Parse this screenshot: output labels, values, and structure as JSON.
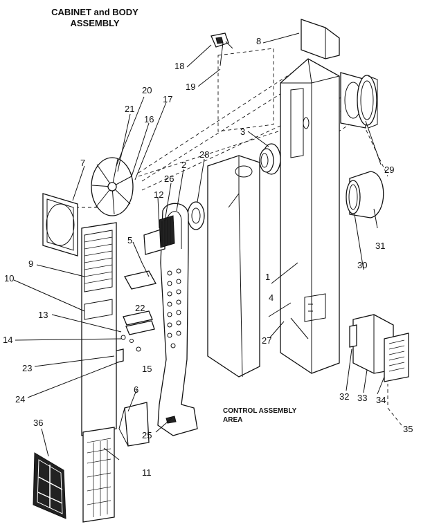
{
  "title": {
    "line1": "CABINET and BODY",
    "line2": "ASSEMBLY"
  },
  "area_label": {
    "line1": "CONTROL ASSEMBLY",
    "line2": "AREA"
  },
  "part_numbers": [
    "1",
    "2",
    "3",
    "4",
    "5",
    "6",
    "7",
    "8",
    "9",
    "10",
    "11",
    "12",
    "13",
    "14",
    "15",
    "16",
    "17",
    "18",
    "19",
    "20",
    "21",
    "22",
    "23",
    "24",
    "25",
    "26",
    "27",
    "28",
    "29",
    "30",
    "31",
    "32",
    "33",
    "34",
    "35",
    "36"
  ]
}
